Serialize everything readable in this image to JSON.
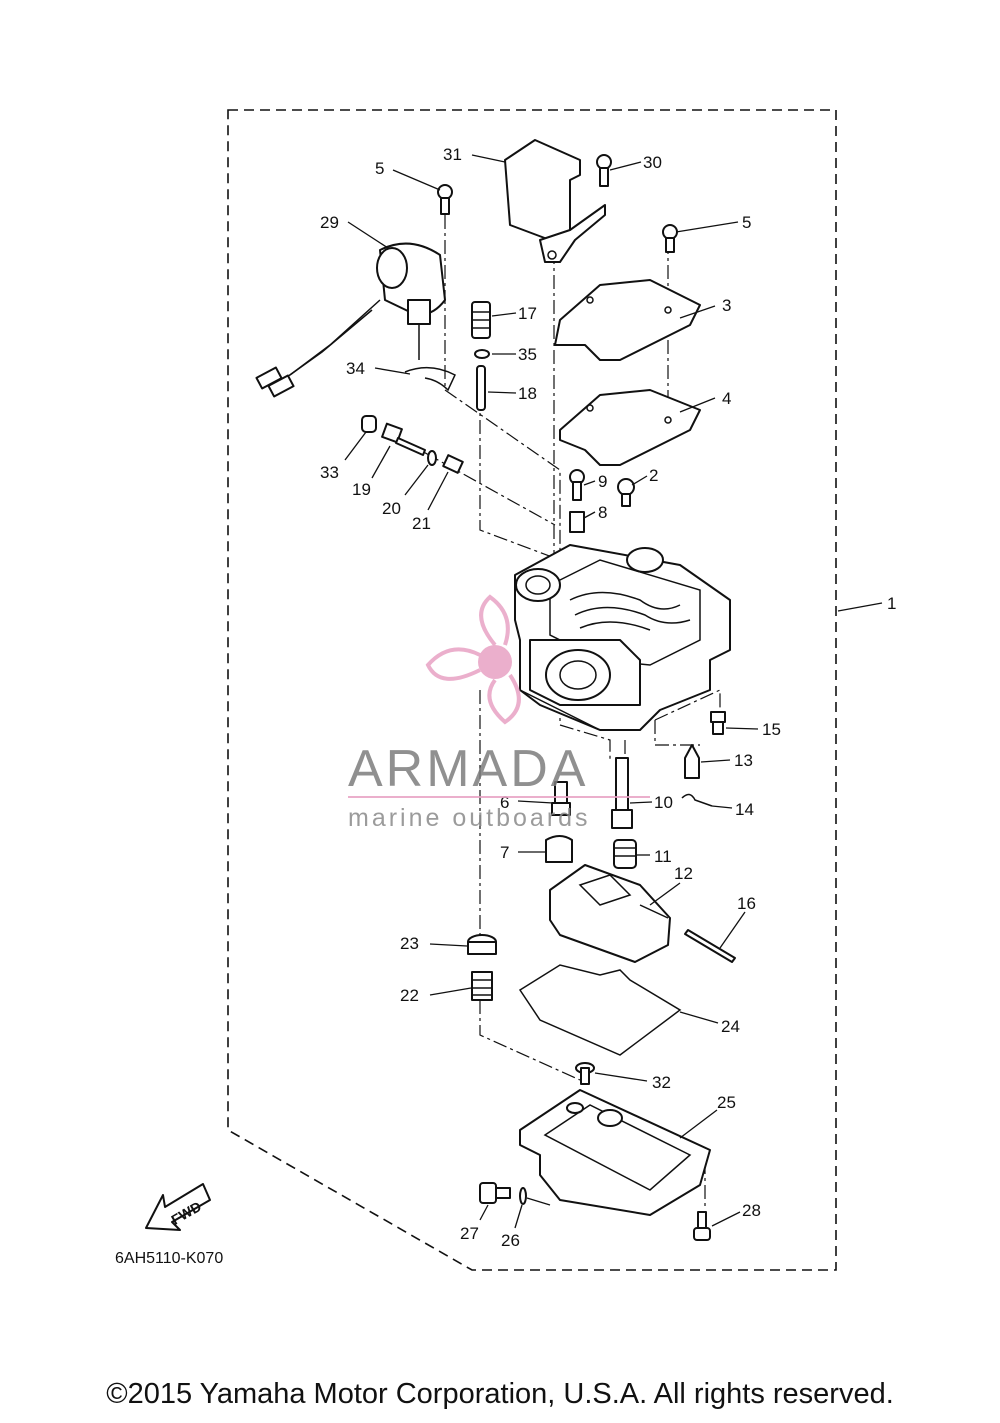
{
  "callouts": {
    "c1": "1",
    "c2": "2",
    "c3": "3",
    "c4": "4",
    "c5a": "5",
    "c5b": "5",
    "c6": "6",
    "c7": "7",
    "c8": "8",
    "c9": "9",
    "c10": "10",
    "c11": "11",
    "c12": "12",
    "c13": "13",
    "c14": "14",
    "c15": "15",
    "c16": "16",
    "c17": "17",
    "c18": "18",
    "c19": "19",
    "c20": "20",
    "c21": "21",
    "c22": "22",
    "c23": "23",
    "c24": "24",
    "c25": "25",
    "c26": "26",
    "c27": "27",
    "c28": "28",
    "c29": "29",
    "c30": "30",
    "c31": "31",
    "c32": "32",
    "c33": "33",
    "c34": "34",
    "c35": "35"
  },
  "watermark": {
    "brand": "ARMADA",
    "tagline": "marine outboards",
    "accent_color": "#e8a2c4",
    "text_color": "#7d7d7d"
  },
  "fwd_label": "FWD",
  "diagram_code": "6AH5110-K070",
  "copyright": "©2015 Yamaha Motor Corporation, U.S.A. All rights reserved."
}
